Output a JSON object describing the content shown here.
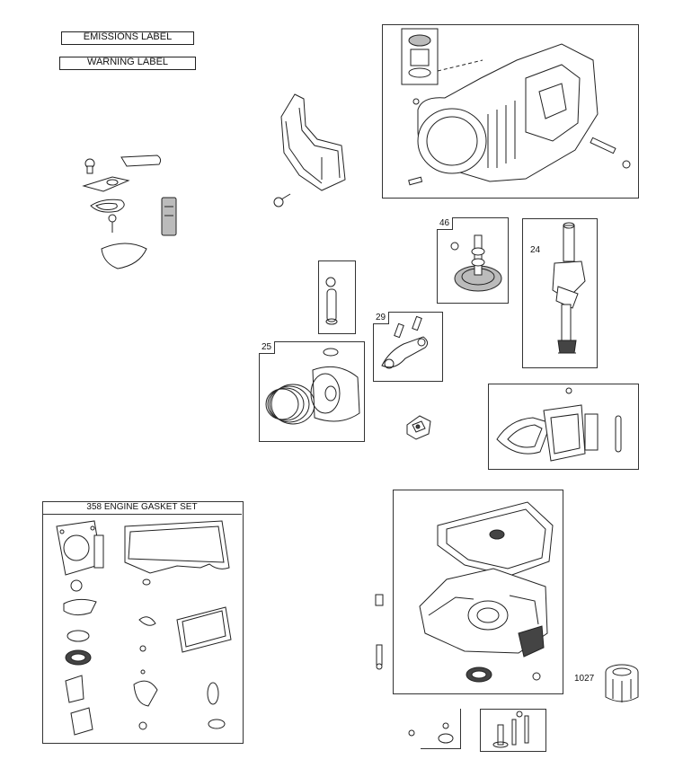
{
  "labels": {
    "emissions": "EMISSIONS LABEL",
    "warning": "WARNING LABEL"
  },
  "callouts": {
    "ref_46": "46",
    "ref_24": "24",
    "ref_29": "29",
    "ref_25": "25",
    "ref_1027": "1027"
  },
  "gasket_set": {
    "title": "358 ENGINE GASKET SET"
  }
}
